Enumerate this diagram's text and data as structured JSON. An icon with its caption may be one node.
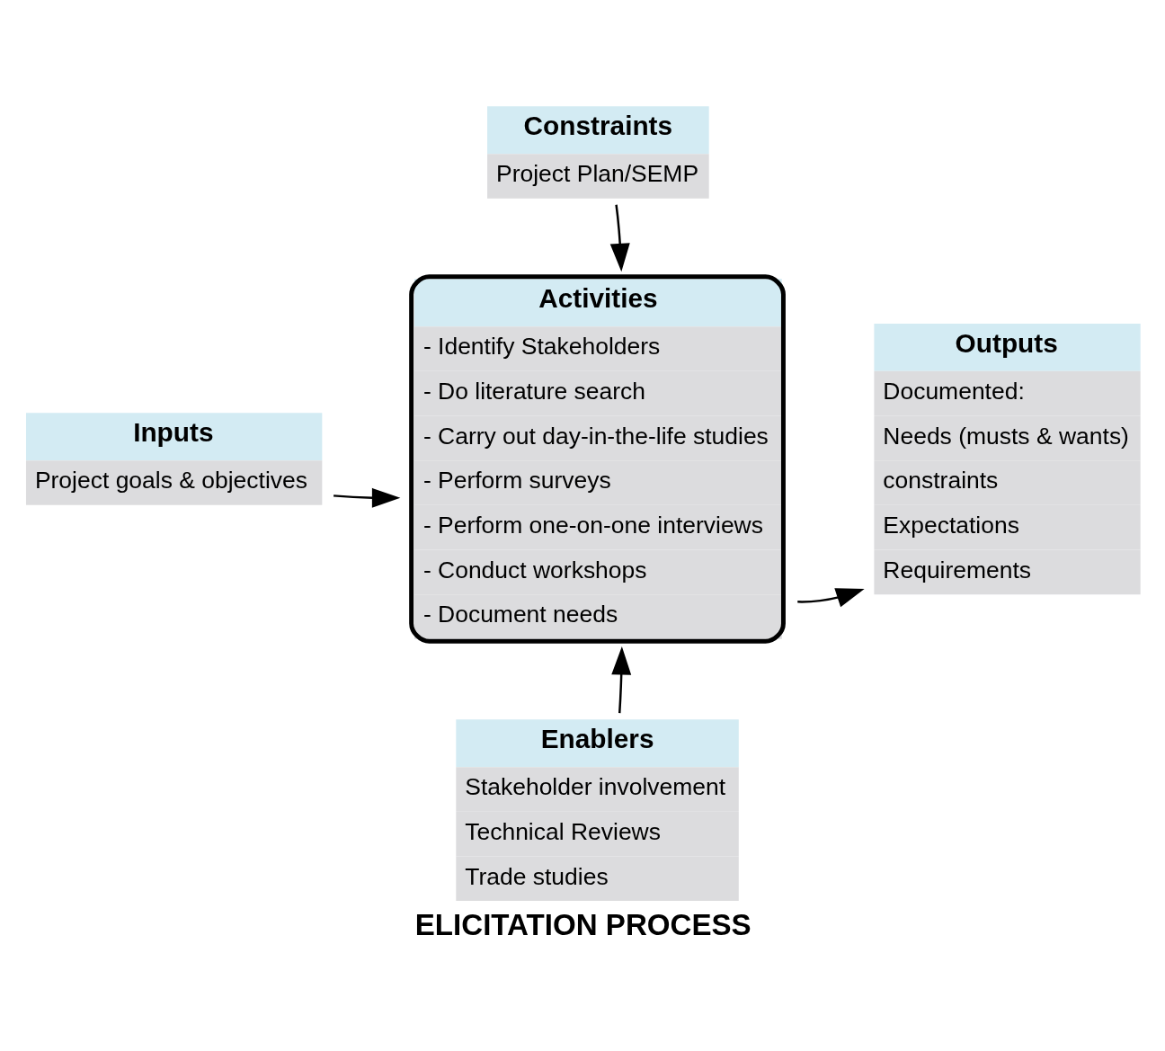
{
  "diagram": {
    "caption": "ELICITATION PROCESS",
    "nodes": [
      {
        "text": [
          "Constraints",
          "Project Plan/SEMP"
        ]
      },
      {
        "text": [
          "Inputs",
          "Project goals & objectives"
        ]
      },
      {
        "text": [
          "Activities",
          "- Identify Stakeholders",
          "- Do literature search",
          "- Carry out day-in-the-life studies",
          "- Perform surveys",
          "- Perform one-on-one interviews",
          "- Conduct workshops",
          "- Document needs"
        ]
      },
      {
        "text": [
          "Outputs",
          "Documented:",
          "Needs (musts & wants)",
          "constraints",
          "Expectations",
          "Requirements"
        ]
      },
      {
        "text": [
          "Enablers",
          "Stakeholder involvement",
          "Technical Reviews",
          "Trade studies"
        ]
      }
    ],
    "edges": [
      {
        "from": 0,
        "to": 2,
        "arrow": "to"
      },
      {
        "from": 1,
        "to": 2,
        "arrow": "to"
      },
      {
        "from": 2,
        "to": 3,
        "arrow": "to"
      },
      {
        "from": 4,
        "to": 2,
        "arrow": "to"
      }
    ]
  }
}
